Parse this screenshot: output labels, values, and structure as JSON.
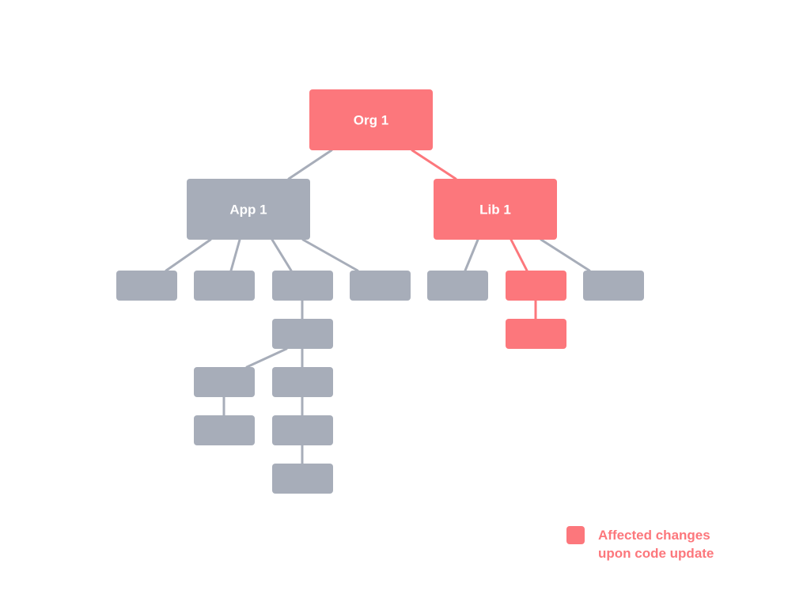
{
  "colors": {
    "affected": "#fc777c",
    "unaffected": "#a7adb9"
  },
  "nodes": {
    "org1": {
      "label": "Org 1",
      "affected": true
    },
    "app1": {
      "label": "App 1",
      "affected": false
    },
    "lib1": {
      "label": "Lib 1",
      "affected": true
    },
    "app1_child_1": {
      "label": "",
      "affected": false
    },
    "app1_child_2": {
      "label": "",
      "affected": false
    },
    "app1_child_3": {
      "label": "",
      "affected": false
    },
    "app1_child_4": {
      "label": "",
      "affected": false
    },
    "app1_child_3_a": {
      "label": "",
      "affected": false
    },
    "app1_child_3_a_left": {
      "label": "",
      "affected": false
    },
    "app1_child_3_a_left_1": {
      "label": "",
      "affected": false
    },
    "app1_child_3_a_mid": {
      "label": "",
      "affected": false
    },
    "app1_child_3_a_mid_1": {
      "label": "",
      "affected": false
    },
    "app1_child_3_a_mid_2": {
      "label": "",
      "affected": false
    },
    "lib1_child_1": {
      "label": "",
      "affected": false
    },
    "lib1_child_2": {
      "label": "",
      "affected": true
    },
    "lib1_child_3": {
      "label": "",
      "affected": false
    },
    "lib1_child_2_a": {
      "label": "",
      "affected": true
    }
  },
  "edges": [
    {
      "from": "org1",
      "to": "app1",
      "affected": false
    },
    {
      "from": "org1",
      "to": "lib1",
      "affected": true
    },
    {
      "from": "app1",
      "to": "app1_child_1",
      "affected": false
    },
    {
      "from": "app1",
      "to": "app1_child_2",
      "affected": false
    },
    {
      "from": "app1",
      "to": "app1_child_3",
      "affected": false
    },
    {
      "from": "app1",
      "to": "app1_child_4",
      "affected": false
    },
    {
      "from": "app1_child_3",
      "to": "app1_child_3_a",
      "affected": false
    },
    {
      "from": "app1_child_3_a",
      "to": "app1_child_3_a_left",
      "affected": false
    },
    {
      "from": "app1_child_3_a",
      "to": "app1_child_3_a_mid",
      "affected": false
    },
    {
      "from": "app1_child_3_a_left",
      "to": "app1_child_3_a_left_1",
      "affected": false
    },
    {
      "from": "app1_child_3_a_mid",
      "to": "app1_child_3_a_mid_1",
      "affected": false
    },
    {
      "from": "app1_child_3_a_mid_1",
      "to": "app1_child_3_a_mid_2",
      "affected": false
    },
    {
      "from": "lib1",
      "to": "lib1_child_1",
      "affected": false
    },
    {
      "from": "lib1",
      "to": "lib1_child_2",
      "affected": true
    },
    {
      "from": "lib1",
      "to": "lib1_child_3",
      "affected": false
    },
    {
      "from": "lib1_child_2",
      "to": "lib1_child_2_a",
      "affected": true
    }
  ],
  "legend": {
    "line1": "Affected changes",
    "line2": "upon code update"
  }
}
